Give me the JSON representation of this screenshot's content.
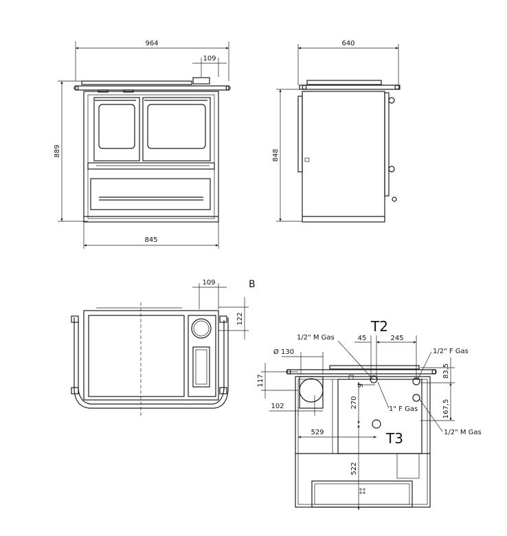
{
  "front_view": {
    "width_top": "964",
    "flue_offset": "109",
    "height": "889",
    "width_body": "845"
  },
  "side_view": {
    "depth": "640",
    "height": "848"
  },
  "top_view": {
    "label": "B",
    "flue_offset": "109",
    "flue_depth": "122"
  },
  "rear_view": {
    "label_t2": "T2",
    "label_t3": "T3",
    "gas_half_m_top": "1/2\" M Gas",
    "gas_half_f": "1/2\" F Gas",
    "gas_one_f": "1\" F Gas",
    "gas_half_m_right": "1/2\" M Gas",
    "dim_45": "45",
    "dim_245": "245",
    "dim_diam": "Ø 130",
    "dim_117": "117",
    "dim_9": "9",
    "dim_270": "270",
    "dim_83_5": "83,5",
    "dim_167_5": "167,5",
    "dim_102": "102",
    "dim_529": "529",
    "dim_522": "522"
  }
}
